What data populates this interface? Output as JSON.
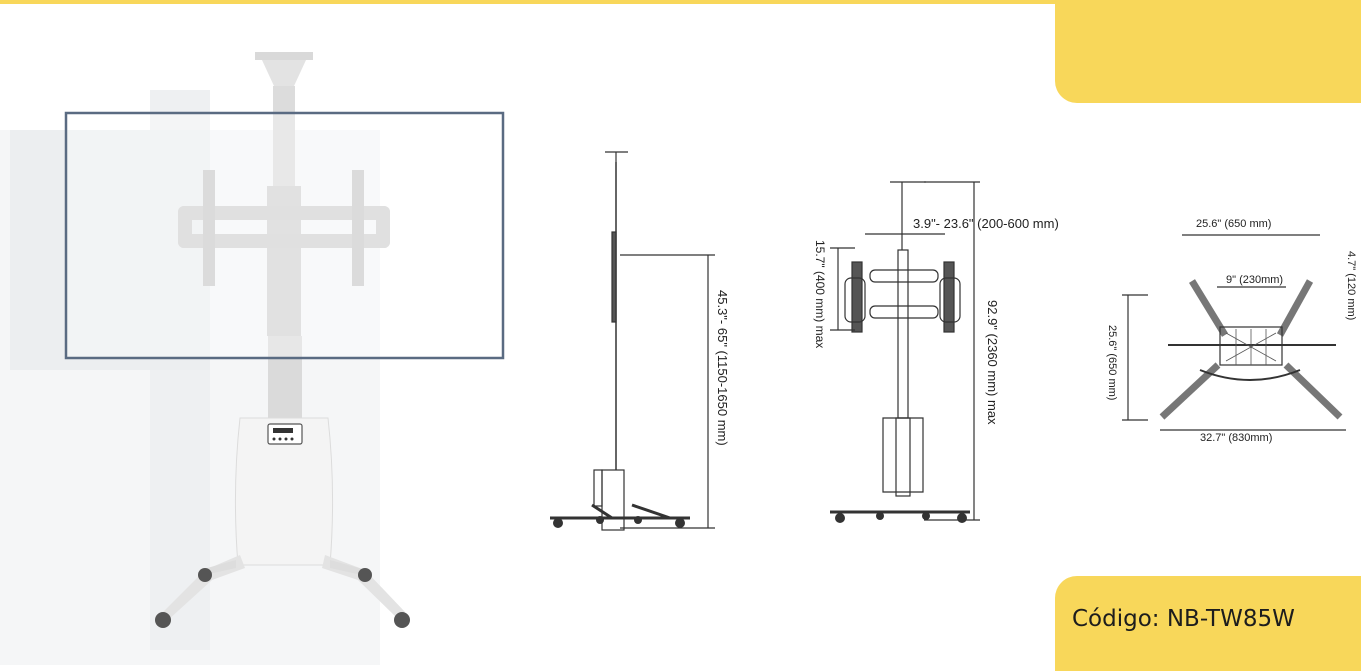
{
  "brand": {
    "accent_color": "#f8d75a",
    "frame_color": "#5a6b82"
  },
  "product": {
    "code_label": "Código: NB-TW85W"
  },
  "side_view": {
    "height_label": "45.3\"- 65\" (1150-1650 mm)"
  },
  "front_view": {
    "vesa_horizontal": "3.9\"- 23.6\" (200-600 mm)",
    "vesa_vertical": "15.7\" (400 mm) max",
    "total_height": "92.9\" (2360 mm) max"
  },
  "base_view": {
    "top_width": "25.6\" (650 mm)",
    "inner_width": "9\" (230mm)",
    "depth": "25.6\" (650 mm)",
    "side_offset": "4.7\" (120 mm)",
    "bottom_width": "32.7\" (830mm)"
  }
}
